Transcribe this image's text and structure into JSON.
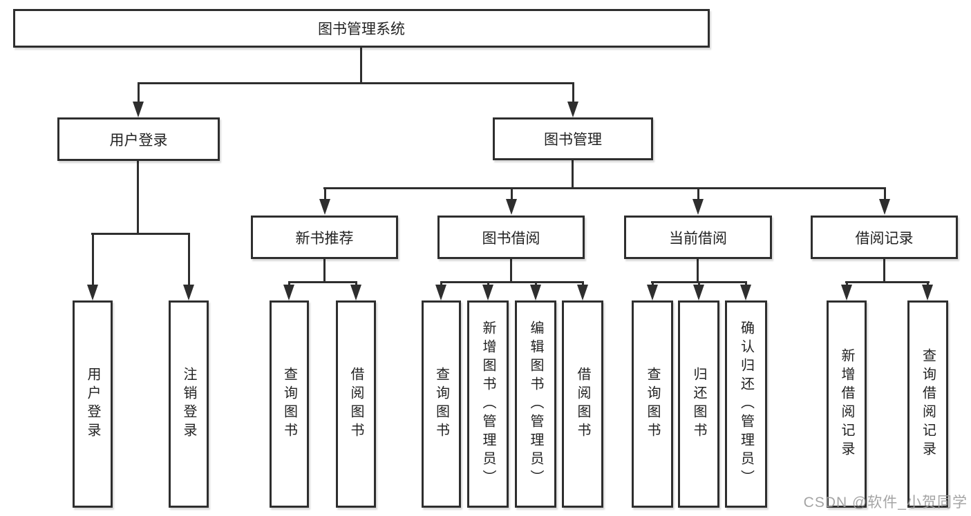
{
  "tree": {
    "label": "图书管理系统",
    "children": [
      {
        "label": "用户登录",
        "children": [
          {
            "label": "用户登录"
          },
          {
            "label": "注销登录"
          }
        ]
      },
      {
        "label": "图书管理",
        "children": [
          {
            "label": "新书推荐",
            "children": [
              {
                "label": "查询图书"
              },
              {
                "label": "借阅图书"
              }
            ]
          },
          {
            "label": "图书借阅",
            "children": [
              {
                "label": "查询图书"
              },
              {
                "label": "新增图书（管理员）"
              },
              {
                "label": "编辑图书（管理员）"
              },
              {
                "label": "借阅图书"
              }
            ]
          },
          {
            "label": "当前借阅",
            "children": [
              {
                "label": "查询图书"
              },
              {
                "label": "归还图书"
              },
              {
                "label": "确认归还（管理员）"
              }
            ]
          },
          {
            "label": "借阅记录",
            "children": [
              {
                "label": "新增借阅记录"
              },
              {
                "label": "查询借阅记录"
              }
            ]
          }
        ]
      }
    ]
  },
  "watermark": {
    "text": "CSDN @软件_小贺同学"
  },
  "colors": {
    "line": "#2e2e2e",
    "box_border": "#2e2e2e",
    "box_fill": "#ffffff",
    "text": "#222222",
    "watermark": "#9c9c9c",
    "background": "#ffffff"
  }
}
